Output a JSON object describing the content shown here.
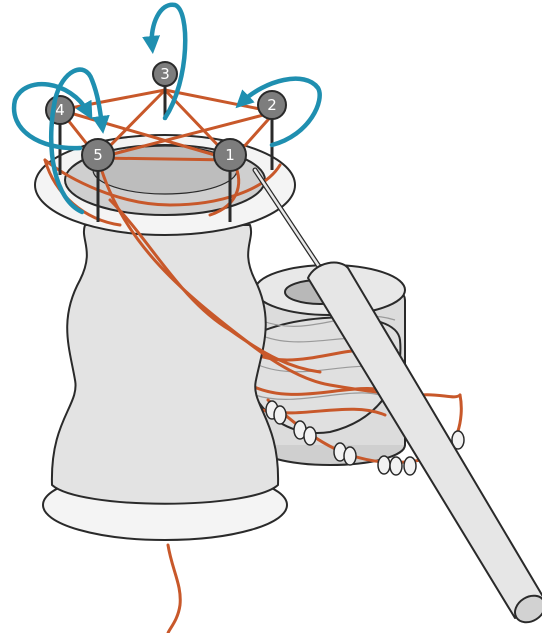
{
  "colors": {
    "body_fill": "#e3e3e3",
    "inner_fill": "#cfcfcf",
    "rim_fill": "#f4f4f4",
    "wire": "#c8582a",
    "arrow": "#1f8fb0",
    "peg_head": "#7d7d7d",
    "outline": "#2a2a2a"
  },
  "pegs": [
    {
      "label": "1"
    },
    {
      "label": "2"
    },
    {
      "label": "3"
    },
    {
      "label": "4"
    },
    {
      "label": "5"
    }
  ],
  "icons": {
    "spool": "wire-spool-icon",
    "beads": "bead-chain-icon",
    "tool": "needle-tool-icon",
    "arrows": "wrap-direction-arrow-icon"
  }
}
